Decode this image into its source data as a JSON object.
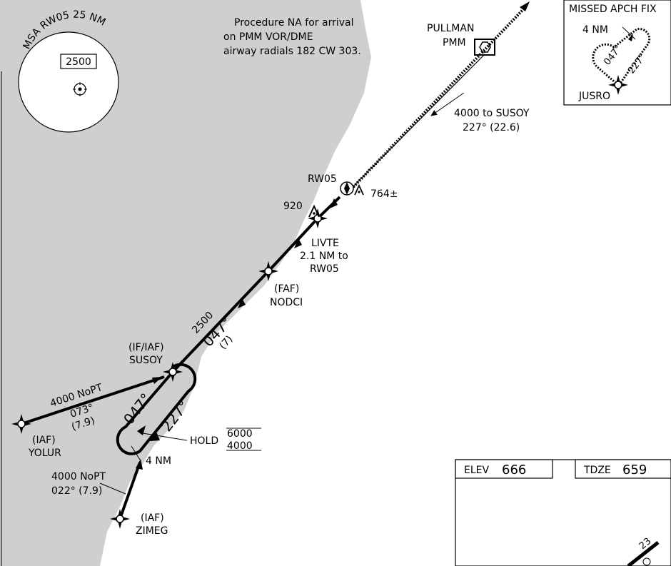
{
  "msa": {
    "title": "MSA RW05 25 NM",
    "altitude": "2500"
  },
  "notes": {
    "procedure_na_line1": "Procedure NA for arrival",
    "procedure_na_line2": "on PMM VOR/DME",
    "procedure_na_line3": "airway radials 182 CW 303."
  },
  "navaid": {
    "name": "PULLMAN",
    "ident": "PMM"
  },
  "routes": {
    "pmm_to_susoy_line1": "4000 to SUSOY",
    "pmm_to_susoy_line2": "227°  (22.6)",
    "yolur_alt": "4000 NoPT",
    "yolur_course": "073°",
    "yolur_dist": "(7.9)",
    "zimeg_alt": "4000 NoPT",
    "zimeg_course": "022° (7.9)",
    "final_alt": "2500",
    "final_course": "047°",
    "final_dist": "(7)"
  },
  "fixes": {
    "susoy_role": "(IF/IAF)",
    "susoy_name": "SUSOY",
    "yolur_role": "(IAF)",
    "yolur_name": "YOLUR",
    "zimeg_role": "(IAF)",
    "zimeg_name": "ZIMEG",
    "nodci_role": "(FAF)",
    "nodci_name": "NODCI",
    "livte_name": "LIVTE",
    "livte_note1": "2.1 NM to",
    "livte_note2": "RW05",
    "rw05": "RW05"
  },
  "obstacles": {
    "obs1": "920",
    "obs2": "764±"
  },
  "hold": {
    "label": "HOLD",
    "alt_max": "6000",
    "alt_min": "4000",
    "leg_length": "4 NM",
    "inbound": "047°",
    "outbound": "227°"
  },
  "missed_apch_inset": {
    "title": "MISSED APCH FIX",
    "leg_length": "4 NM",
    "inbound": "047°",
    "outbound": "227°",
    "fix": "JUSRO"
  },
  "airport_box": {
    "elev_label": "ELEV",
    "elev_value": "666",
    "tdze_label": "TDZE",
    "tdze_value": "659",
    "runway_number": "23"
  },
  "colors": {
    "terrain_fill": "#cfcfcf",
    "ink": "#000000",
    "background": "#ffffff"
  }
}
